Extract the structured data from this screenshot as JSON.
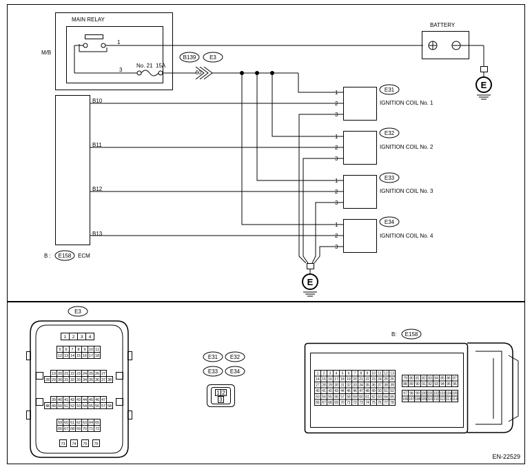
{
  "relay": {
    "title": "MAIN RELAY",
    "mb": "M/B",
    "pin1": "1",
    "pin3": "3"
  },
  "fuse": {
    "no": "No. 21",
    "amp": "15A"
  },
  "battery": {
    "label": "BATTERY"
  },
  "conn": {
    "b139": "B139",
    "e3": "E3",
    "pin60": "60"
  },
  "ecm": {
    "prefix": "B :",
    "conn": "E158",
    "label": "ECM",
    "pins": [
      "B10",
      "B11",
      "B12",
      "B13"
    ]
  },
  "coils": [
    {
      "conn": "E31",
      "label": "IGNITION COIL No. 1"
    },
    {
      "conn": "E32",
      "label": "IGNITION COIL No. 2"
    },
    {
      "conn": "E33",
      "label": "IGNITION COIL No. 3"
    },
    {
      "conn": "E34",
      "label": "IGNITION COIL No. 4"
    }
  ],
  "coil_pins": [
    "1",
    "2",
    "3"
  ],
  "ground_label": "E",
  "connectors": {
    "e3_label": "E3",
    "e3_top_rows": [
      [
        "1",
        "2",
        "3",
        "4"
      ],
      [
        "5",
        "6",
        "7",
        "8",
        "9",
        "10",
        "11"
      ],
      [
        "12",
        "13",
        "14",
        "15",
        "16",
        "17",
        "18"
      ]
    ],
    "e3_mid_rows": [
      [
        "19",
        "20",
        "21",
        "22",
        "23",
        "24",
        "25",
        "26",
        "27"
      ],
      [
        "28",
        "29",
        "30",
        "31",
        "32",
        "33",
        "34",
        "35",
        "36",
        "37",
        "38"
      ]
    ],
    "e3_low_rows": [
      [
        "39",
        "40",
        "41",
        "42",
        "43",
        "44",
        "45",
        "46",
        "47"
      ],
      [
        "48",
        "49",
        "50",
        "51",
        "52",
        "53",
        "54",
        "55",
        "56",
        "57",
        "58"
      ]
    ],
    "e3_bot_rows": [
      [
        "59",
        "60",
        "61",
        "62",
        "63",
        "64",
        "65"
      ],
      [
        "66",
        "67",
        "68",
        "69",
        "70",
        "71",
        "72"
      ]
    ],
    "e3_foot": [
      "73",
      "74",
      "75",
      "76"
    ],
    "coil_conns": [
      "E31",
      "E32",
      "E33",
      "E34"
    ],
    "coil_pins_top": [
      "1",
      "2"
    ],
    "coil_pin_bottom": "3",
    "e158_prefix": "B:",
    "e158_label": "E158",
    "e158_left_rows": [
      [
        "1",
        "2",
        "3",
        "4",
        "5",
        "6",
        "7",
        "8",
        "9",
        "10",
        "11",
        "12",
        "13"
      ],
      [
        "14",
        "15",
        "16",
        "17",
        "18",
        "19",
        "20",
        "21",
        "22",
        "23",
        "24",
        "25",
        "26"
      ],
      [
        "27",
        "28",
        "29",
        "30",
        "31",
        "32",
        "33",
        "34",
        "35",
        "36",
        "37",
        "38",
        "39"
      ],
      [
        "40",
        "41",
        "42",
        "43",
        "44",
        "45",
        "46",
        "47",
        "48",
        "49",
        "50",
        "51",
        "52"
      ],
      [
        "53",
        "54",
        "55",
        "56",
        "57",
        "58",
        "59",
        "60",
        "61",
        "62",
        "63",
        "64",
        "65"
      ],
      [
        "66",
        "67",
        "68",
        "69",
        "70",
        "71",
        "72",
        "73",
        "74",
        "75",
        "76",
        "77",
        "78"
      ]
    ],
    "e158_right_rows": [
      [
        "79",
        "80",
        "81",
        "82",
        "83",
        "84",
        "85",
        "86",
        "87"
      ],
      [
        "88",
        "89",
        "90",
        "91",
        "92",
        "93",
        "94",
        "95",
        "96"
      ],
      [
        "97",
        "98",
        "99",
        "100",
        "101",
        "102",
        "103",
        "104",
        "105"
      ],
      [
        "106",
        "107",
        "108",
        "109",
        "110",
        "111",
        "112",
        "113",
        "114"
      ]
    ]
  },
  "figure_code": "EN-22529"
}
